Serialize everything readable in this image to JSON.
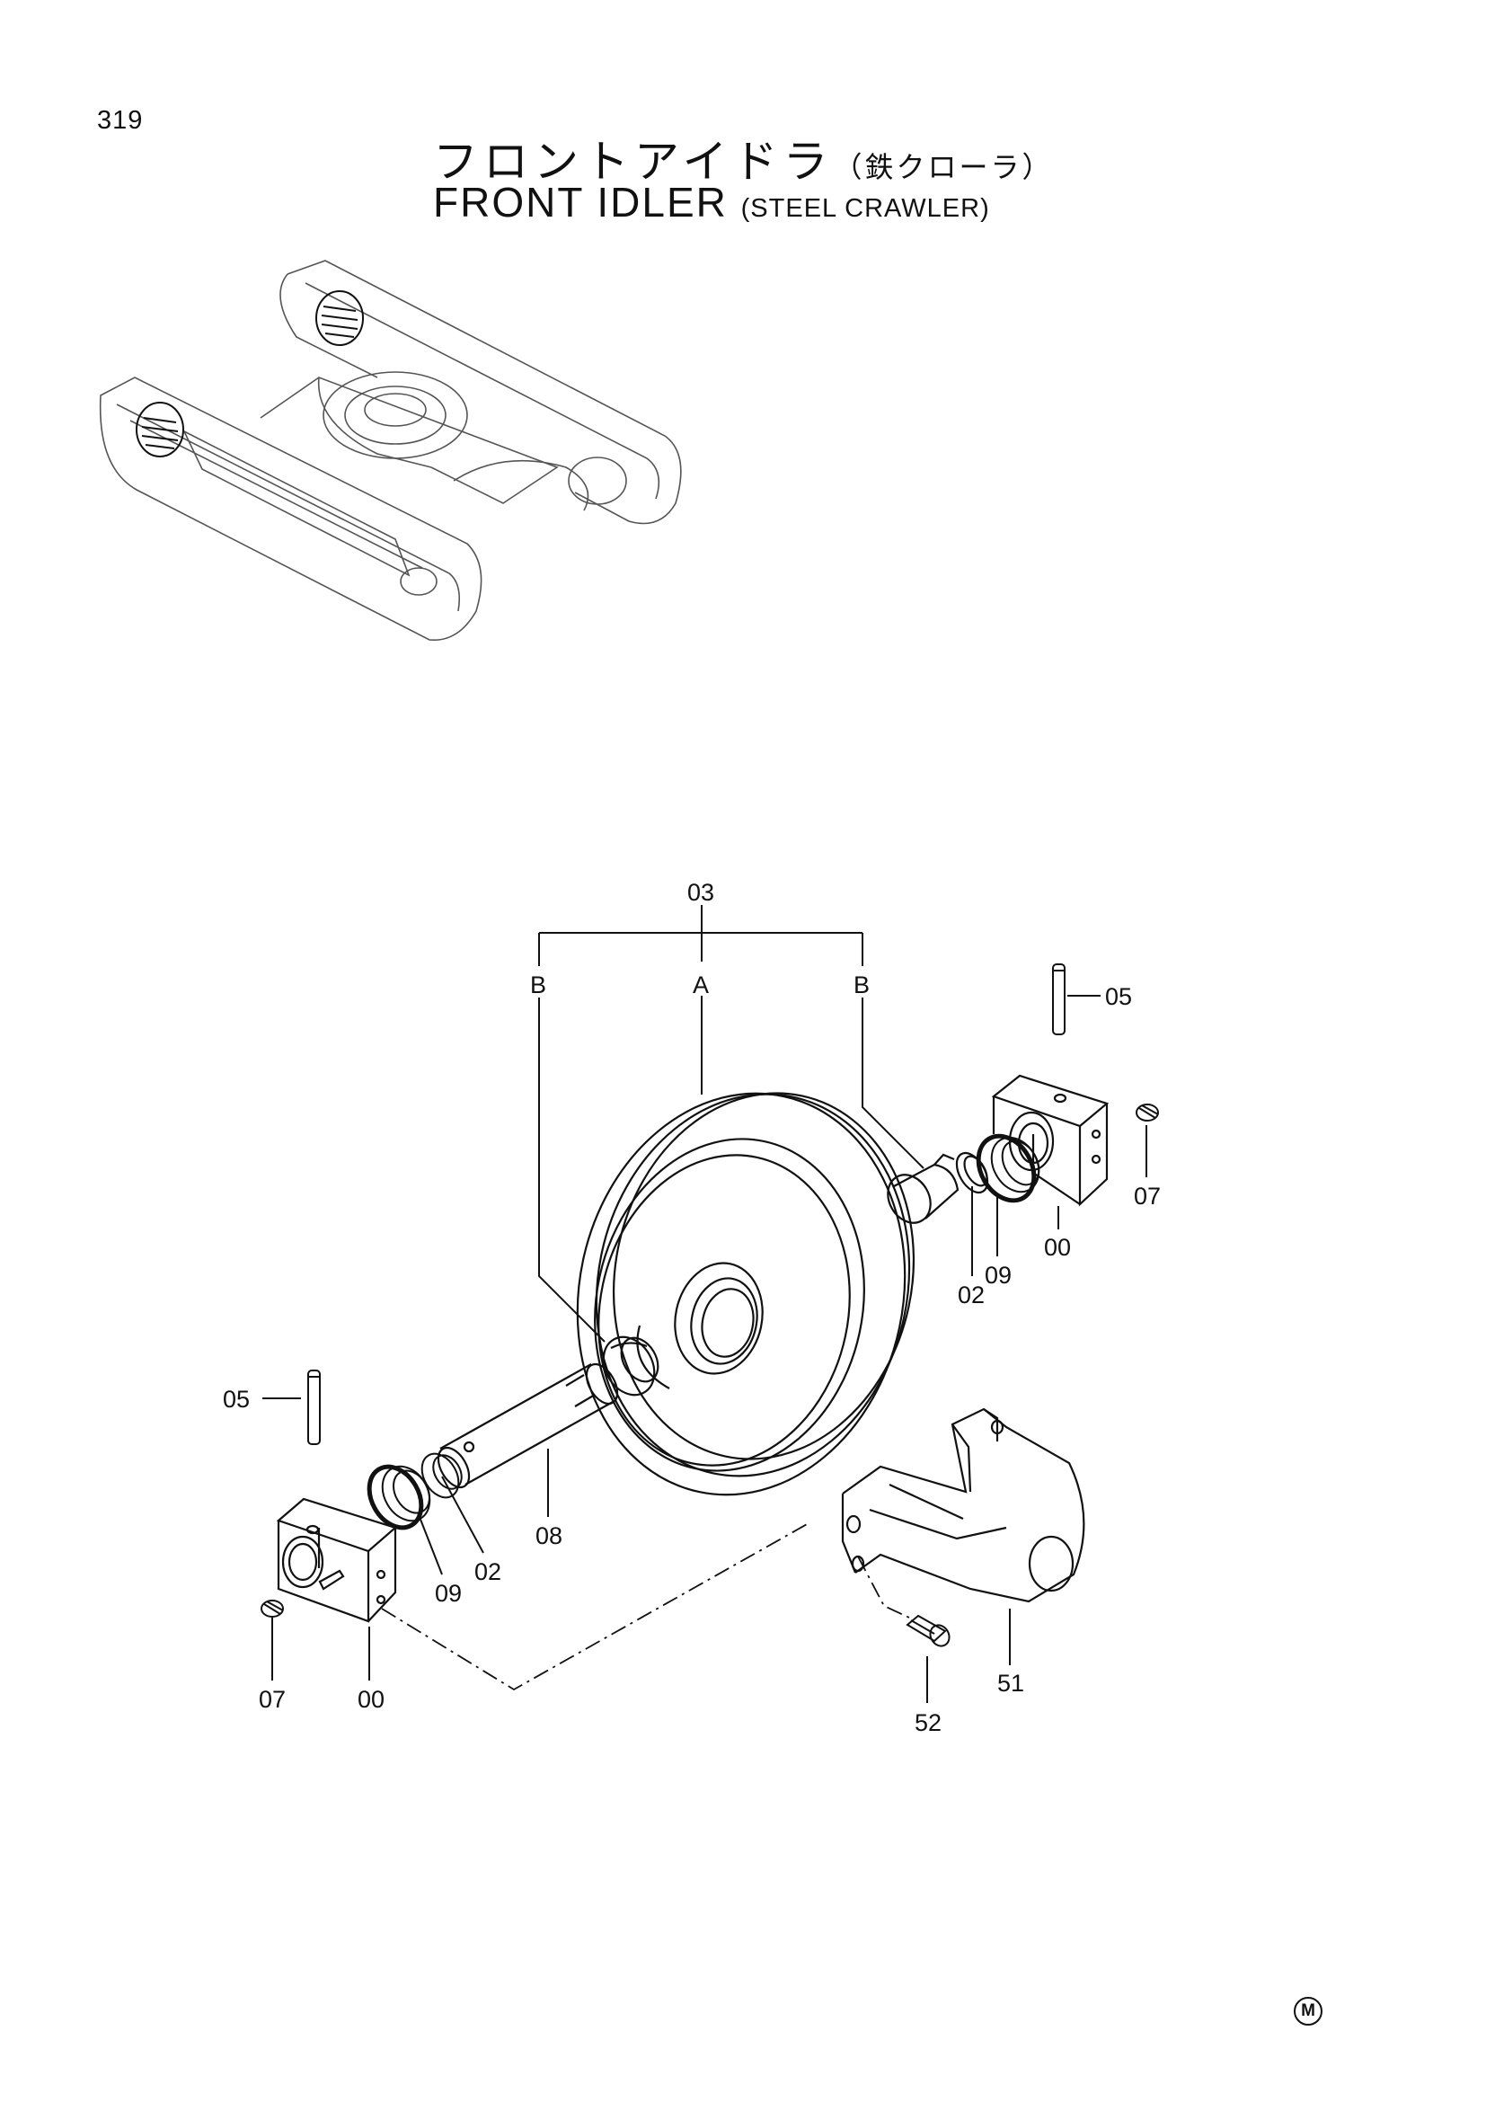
{
  "page": {
    "number": "319"
  },
  "title": {
    "japanese_main": "フロントアイドラ",
    "japanese_sub": "（鉄クローラ）",
    "english_main": "FRONT IDLER",
    "english_sub": "(STEEL CRAWLER)"
  },
  "callouts": {
    "assembly_03": "03",
    "sub_a": "A",
    "sub_b_left": "B",
    "sub_b_right": "B",
    "pin_05_right": "05",
    "pin_05_left": "05",
    "plug_07_right": "07",
    "plug_07_left": "07",
    "bracket_00_right": "00",
    "bracket_00_left": "00",
    "collar_02_right": "02",
    "collar_02_left": "02",
    "seal_09_right": "09",
    "seal_09_left": "09",
    "shaft_08": "08",
    "yoke_51": "51",
    "bolt_52": "52"
  },
  "manufacturer_mark": "M",
  "colors": {
    "ink": "#111111",
    "paper": "#ffffff",
    "ghost": "#555555"
  }
}
